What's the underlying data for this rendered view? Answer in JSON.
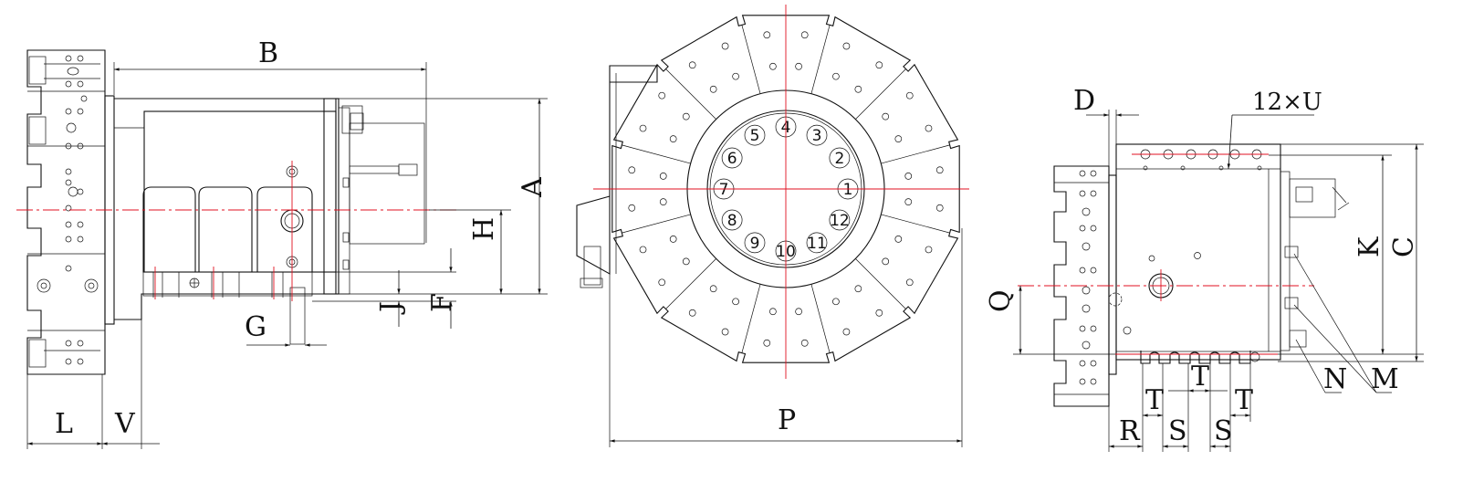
{
  "colors": {
    "line": "#111111",
    "center_line": "#e01020",
    "background": "#ffffff"
  },
  "left_view": {
    "labels": {
      "B": "B",
      "A": "A",
      "H": "H",
      "G": "G",
      "J": "J",
      "F": "F",
      "L": "L",
      "V": "V"
    }
  },
  "front_view": {
    "dimension_label": "P",
    "tool_positions": [
      "1",
      "2",
      "3",
      "4",
      "5",
      "6",
      "7",
      "8",
      "9",
      "10",
      "11",
      "12"
    ]
  },
  "right_view": {
    "labels": {
      "D": "D",
      "U": "12×U",
      "K": "K",
      "C": "C",
      "Q": "Q",
      "N": "N",
      "M": "M",
      "R": "R",
      "S1": "S",
      "S2": "S",
      "T1": "T",
      "T2": "T",
      "T3": "T"
    }
  }
}
